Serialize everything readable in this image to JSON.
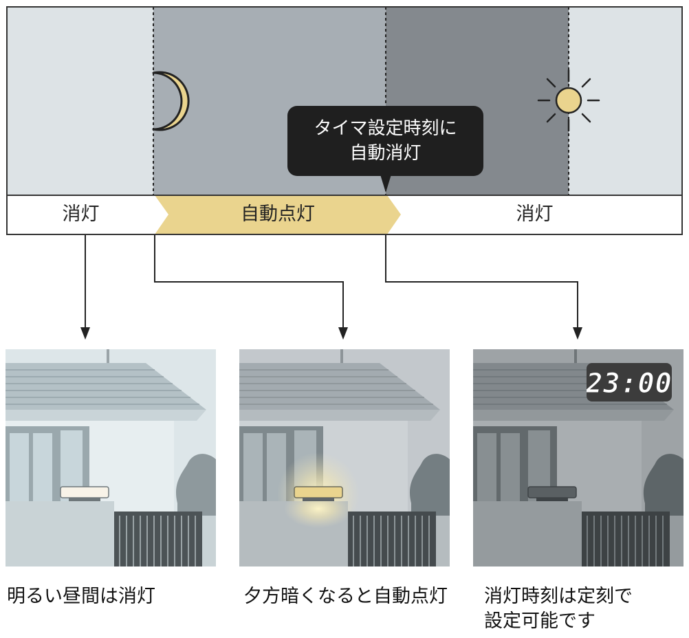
{
  "timeline": {
    "callout": "タイマ設定時刻に\n自動消灯",
    "segments": [
      {
        "label": "消灯"
      },
      {
        "label": "自動点灯"
      },
      {
        "label": "消灯"
      }
    ]
  },
  "icons": {
    "moon": "moon-icon",
    "sun": "sun-icon"
  },
  "panels": [
    {
      "caption": "明るい昼間は消灯",
      "state": "day"
    },
    {
      "caption": "夕方暗くなると自動点灯",
      "state": "evening"
    },
    {
      "caption": "消灯時刻は定刻で\n設定可能です",
      "state": "night"
    }
  ],
  "clock": {
    "time": "23:00"
  },
  "colors": {
    "sky_day": "#dde3e6",
    "sky_evening": "#a7aeb4",
    "sky_night": "#84898e",
    "accent_yellow": "#ead48e",
    "callout_bg": "#1f1f1f",
    "border": "#333333"
  }
}
